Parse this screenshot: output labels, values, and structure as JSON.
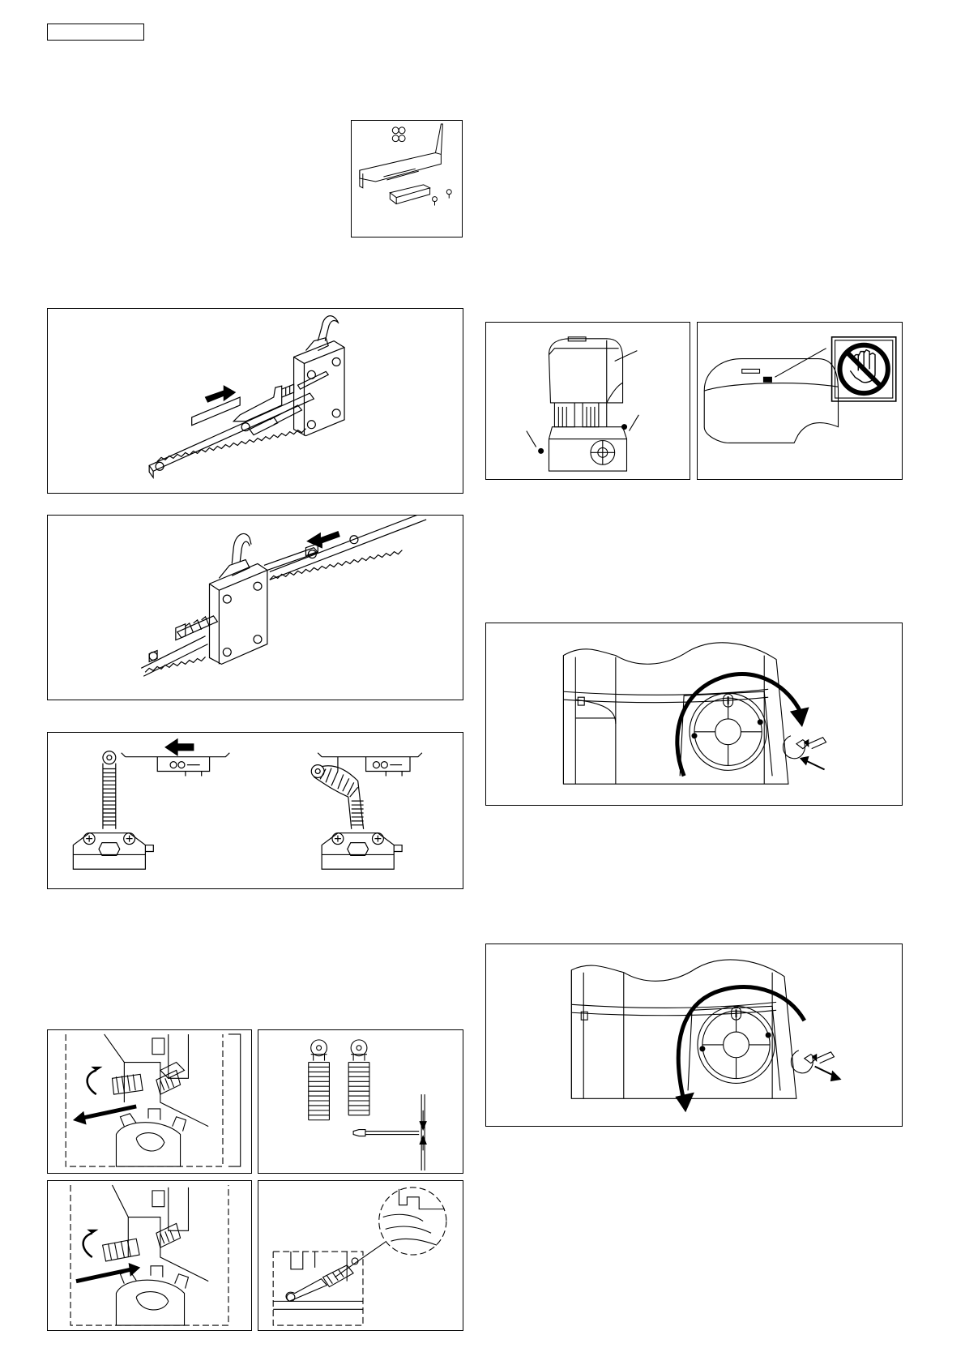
{
  "page": {
    "header_tag": "",
    "figures": [
      {
        "id": "fig-kit",
        "depicts": "limit-switch-bracket-kit"
      },
      {
        "id": "fig-rack-right",
        "depicts": "limit-switch-box-on-rack-arrow-right"
      },
      {
        "id": "fig-rack-left",
        "depicts": "limit-switch-box-on-rack-arrow-left"
      },
      {
        "id": "fig-spring",
        "depicts": "limit-switch-spring-straight-and-bent"
      },
      {
        "id": "fig-motor-cover",
        "depicts": "motor-cover-removal-screws"
      },
      {
        "id": "fig-warning",
        "depicts": "motor-cover-with-no-hand-warning-symbol"
      },
      {
        "id": "fig-release-turn",
        "depicts": "manual-release-key-rotate-clockwise"
      },
      {
        "id": "fig-release-return",
        "depicts": "manual-release-key-rotate-back"
      },
      {
        "id": "fig-spring-remove",
        "depicts": "spring-unscrew-remove"
      },
      {
        "id": "fig-spring-gap",
        "depicts": "spring-gap-measurement"
      },
      {
        "id": "fig-spring-insert",
        "depicts": "spring-screw-insert"
      },
      {
        "id": "fig-spring-detail",
        "depicts": "spring-seat-detail-circle"
      }
    ]
  }
}
